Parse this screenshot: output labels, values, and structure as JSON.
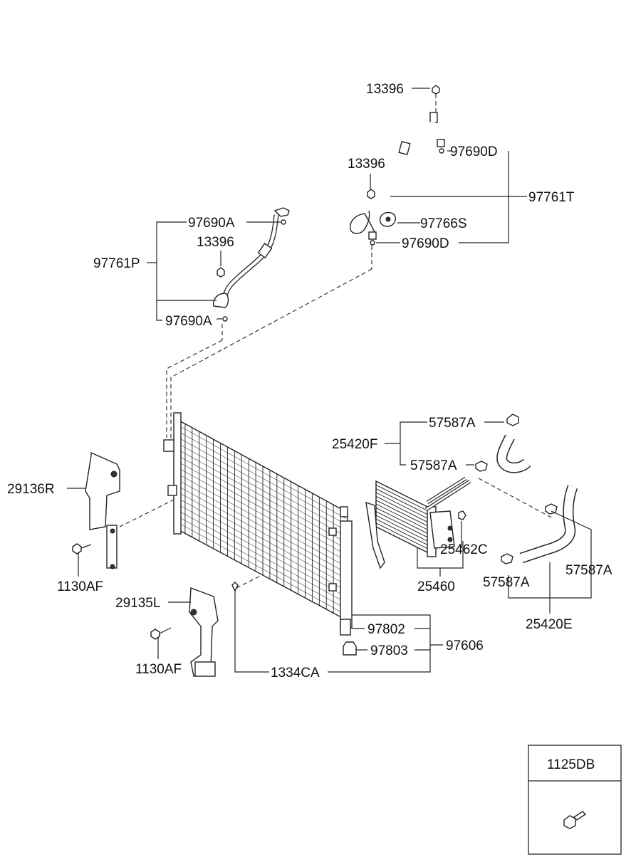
{
  "labels": {
    "l13396_top": "13396",
    "l97690D_top": "97690D",
    "l13396_mid": "13396",
    "l97761T": "97761T",
    "l97766S": "97766S",
    "l97690D_bot": "97690D",
    "l97690A_top": "97690A",
    "l13396_left": "13396",
    "l97761P": "97761P",
    "l97690A_bot": "97690A",
    "l57587A_1": "57587A",
    "l25420F": "25420F",
    "l57587A_2": "57587A",
    "l29136R": "29136R",
    "l25462C": "25462C",
    "l57587A_3": "57587A",
    "l57587A_4": "57587A",
    "l25460": "25460",
    "l1130AF_1": "1130AF",
    "l29135L": "29135L",
    "l97802": "97802",
    "l97606": "97606",
    "l97803": "97803",
    "l25420E": "25420E",
    "l1130AF_2": "1130AF",
    "l1334CA": "1334CA",
    "l1125DB": "1125DB"
  },
  "colors": {
    "line": "#222222",
    "background": "#ffffff"
  }
}
